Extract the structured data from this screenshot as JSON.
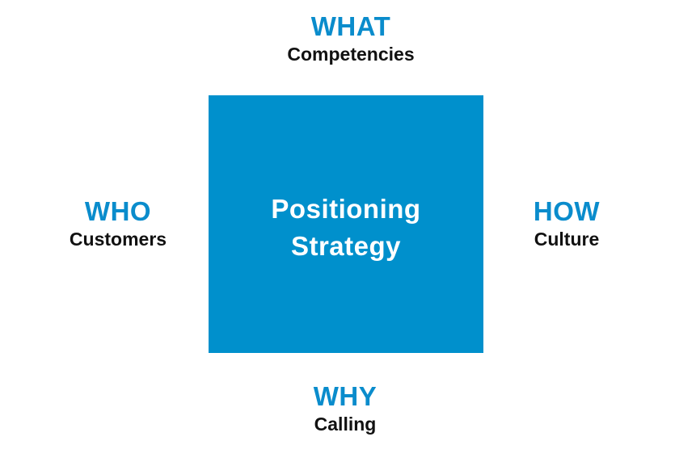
{
  "center": {
    "line1": "Positioning",
    "line2": "Strategy"
  },
  "what": {
    "title": "WHAT",
    "subtitle": "Competencies"
  },
  "who": {
    "title": "WHO",
    "subtitle": "Customers"
  },
  "how": {
    "title": "HOW",
    "subtitle": "Culture"
  },
  "why": {
    "title": "WHY",
    "subtitle": "Calling"
  },
  "colors": {
    "box": "#0090cc",
    "title": "#0a8ccc",
    "subtitle": "#111111",
    "box_text": "#ffffff"
  }
}
